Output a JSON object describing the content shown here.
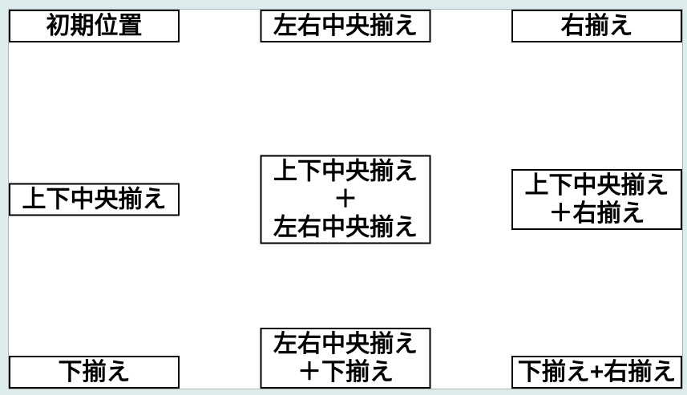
{
  "colors": {
    "page_background": "#dcebeb",
    "container_background": "#ffffff",
    "container_border": "#aab4b4",
    "box_border": "#000000",
    "box_text": "#000000"
  },
  "boxes": [
    {
      "id": "initial-position",
      "label": "初期位置"
    },
    {
      "id": "horizontal-center",
      "label": "左右中央揃え"
    },
    {
      "id": "right-align",
      "label": "右揃え"
    },
    {
      "id": "vertical-center",
      "label": "上下中央揃え"
    },
    {
      "id": "vertical-horizontal-center",
      "label": "上下中央揃え＋\n左右中央揃え"
    },
    {
      "id": "vertical-center-right",
      "label": "上下中央揃え\n＋右揃え"
    },
    {
      "id": "bottom-align",
      "label": "下揃え"
    },
    {
      "id": "horizontal-center-bottom",
      "label": "左右中央揃え\n＋下揃え"
    },
    {
      "id": "bottom-right-align",
      "label": "下揃え+右揃え"
    }
  ]
}
